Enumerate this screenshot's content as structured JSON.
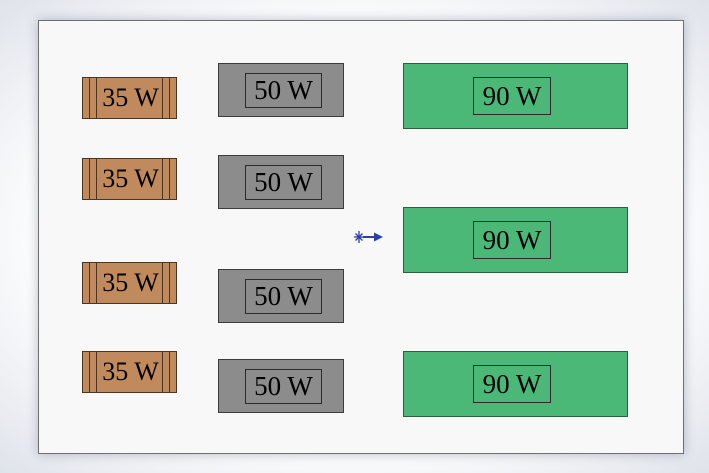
{
  "components": {
    "r35_1": "35 W",
    "r35_2": "35 W",
    "r35_3": "35 W",
    "r35_4": "35 W",
    "b50_1": "50 W",
    "b50_2": "50 W",
    "b50_3": "50 W",
    "b50_4": "50 W",
    "b90_1": "90 W",
    "b90_2": "90 W",
    "b90_3": "90 W"
  },
  "colors": {
    "r35": "#c08a5c",
    "b50": "#8c8c8c",
    "b90": "#4cb878",
    "cursor": "#2b3fa8"
  },
  "icons": {
    "cursor": "move-arrow-icon"
  }
}
